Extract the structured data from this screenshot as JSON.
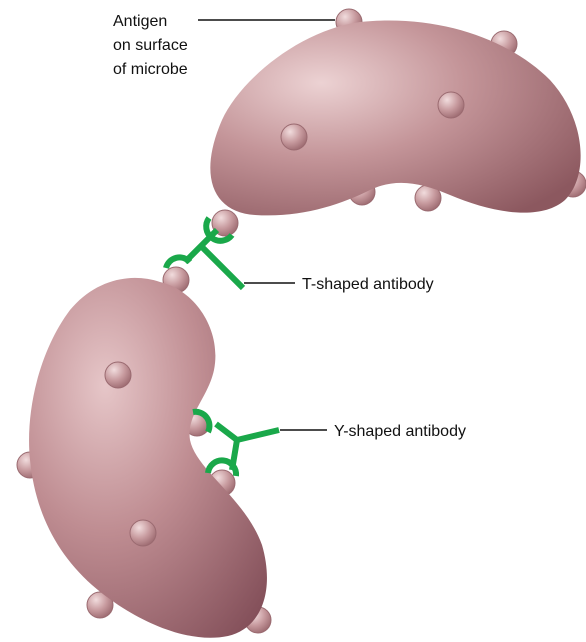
{
  "labels": {
    "antigen_line1": "Antigen",
    "antigen_line2": "on surface",
    "antigen_line3": "of microbe",
    "t_antibody": "T-shaped antibody",
    "y_antibody": "Y-shaped antibody"
  },
  "colors": {
    "microbe_light": "#d9b4b6",
    "microbe_mid": "#b07f84",
    "microbe_dark": "#8e5a60",
    "antigen": "#c99a9e",
    "antibody": "#1aa84a",
    "leader_line": "#111111"
  }
}
